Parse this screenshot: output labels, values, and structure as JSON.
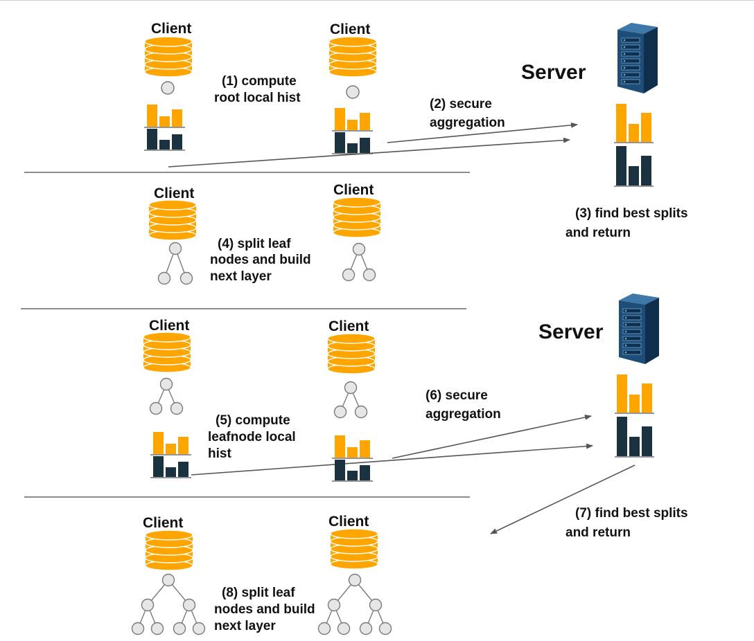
{
  "colors": {
    "orange": "#FFA500",
    "dark_bar": "#1B3340",
    "node_fill": "#E6E6E6",
    "node_stroke": "#7A7A7A",
    "line": "#555555",
    "server_body": "#1E4E78",
    "server_light": "#6FA8D6"
  },
  "icons": {
    "client_database": "database-icon",
    "server_rack": "server-icon",
    "histogram": "bar-chart-icon",
    "tree": "tree-icon"
  },
  "labels": {
    "client": "Client",
    "server": "Server"
  },
  "steps": {
    "s1_line1": "(1)  compute",
    "s1_line2": "root    local hist",
    "s2_line1": "(2) secure",
    "s2_line2": "aggregation",
    "s3_line1": "(3)  find best splits",
    "s3_line2": "and return",
    "s4_line1": "(4)  split leaf",
    "s4_line2": "nodes and build",
    "s4_line3": "next layer",
    "s5_line1": "(5)  compute",
    "s5_line2": "leafnode    local",
    "s5_line3": "hist",
    "s6_line1": "(6) secure",
    "s6_line2": "aggregation",
    "s7_line1": "(7)  find best splits",
    "s7_line2": "and return",
    "s8_line1": "(8)  split leaf",
    "s8_line2": "nodes and build",
    "s8_line3": "next layer"
  }
}
